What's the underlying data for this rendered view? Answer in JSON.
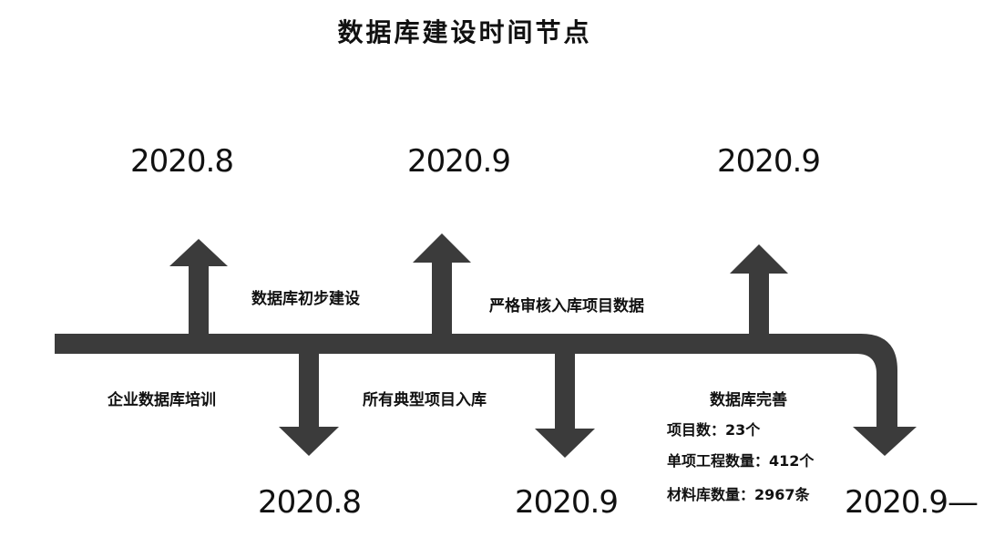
{
  "title": "数据库建设时间节点",
  "colors": {
    "timeline": "#3b3b3b",
    "background": "#ffffff",
    "text": "#111111"
  },
  "milestones": [
    {
      "date": "2020.8",
      "label": "企业数据库培训",
      "direction": "up"
    },
    {
      "date": "2020.8",
      "label": "数据库初步建设",
      "direction": "down"
    },
    {
      "date": "2020.9",
      "label": "所有典型项目入库",
      "direction": "up"
    },
    {
      "date": "2020.9",
      "label": "严格审核入库项目数据",
      "direction": "down"
    },
    {
      "date": "2020.9",
      "label": "数据库完善",
      "direction": "up"
    },
    {
      "date": "2020.9—",
      "label": "",
      "direction": "down"
    }
  ],
  "details": [
    "项目数：23个",
    "单项工程数量：412个",
    "材料库数量：2967条"
  ]
}
